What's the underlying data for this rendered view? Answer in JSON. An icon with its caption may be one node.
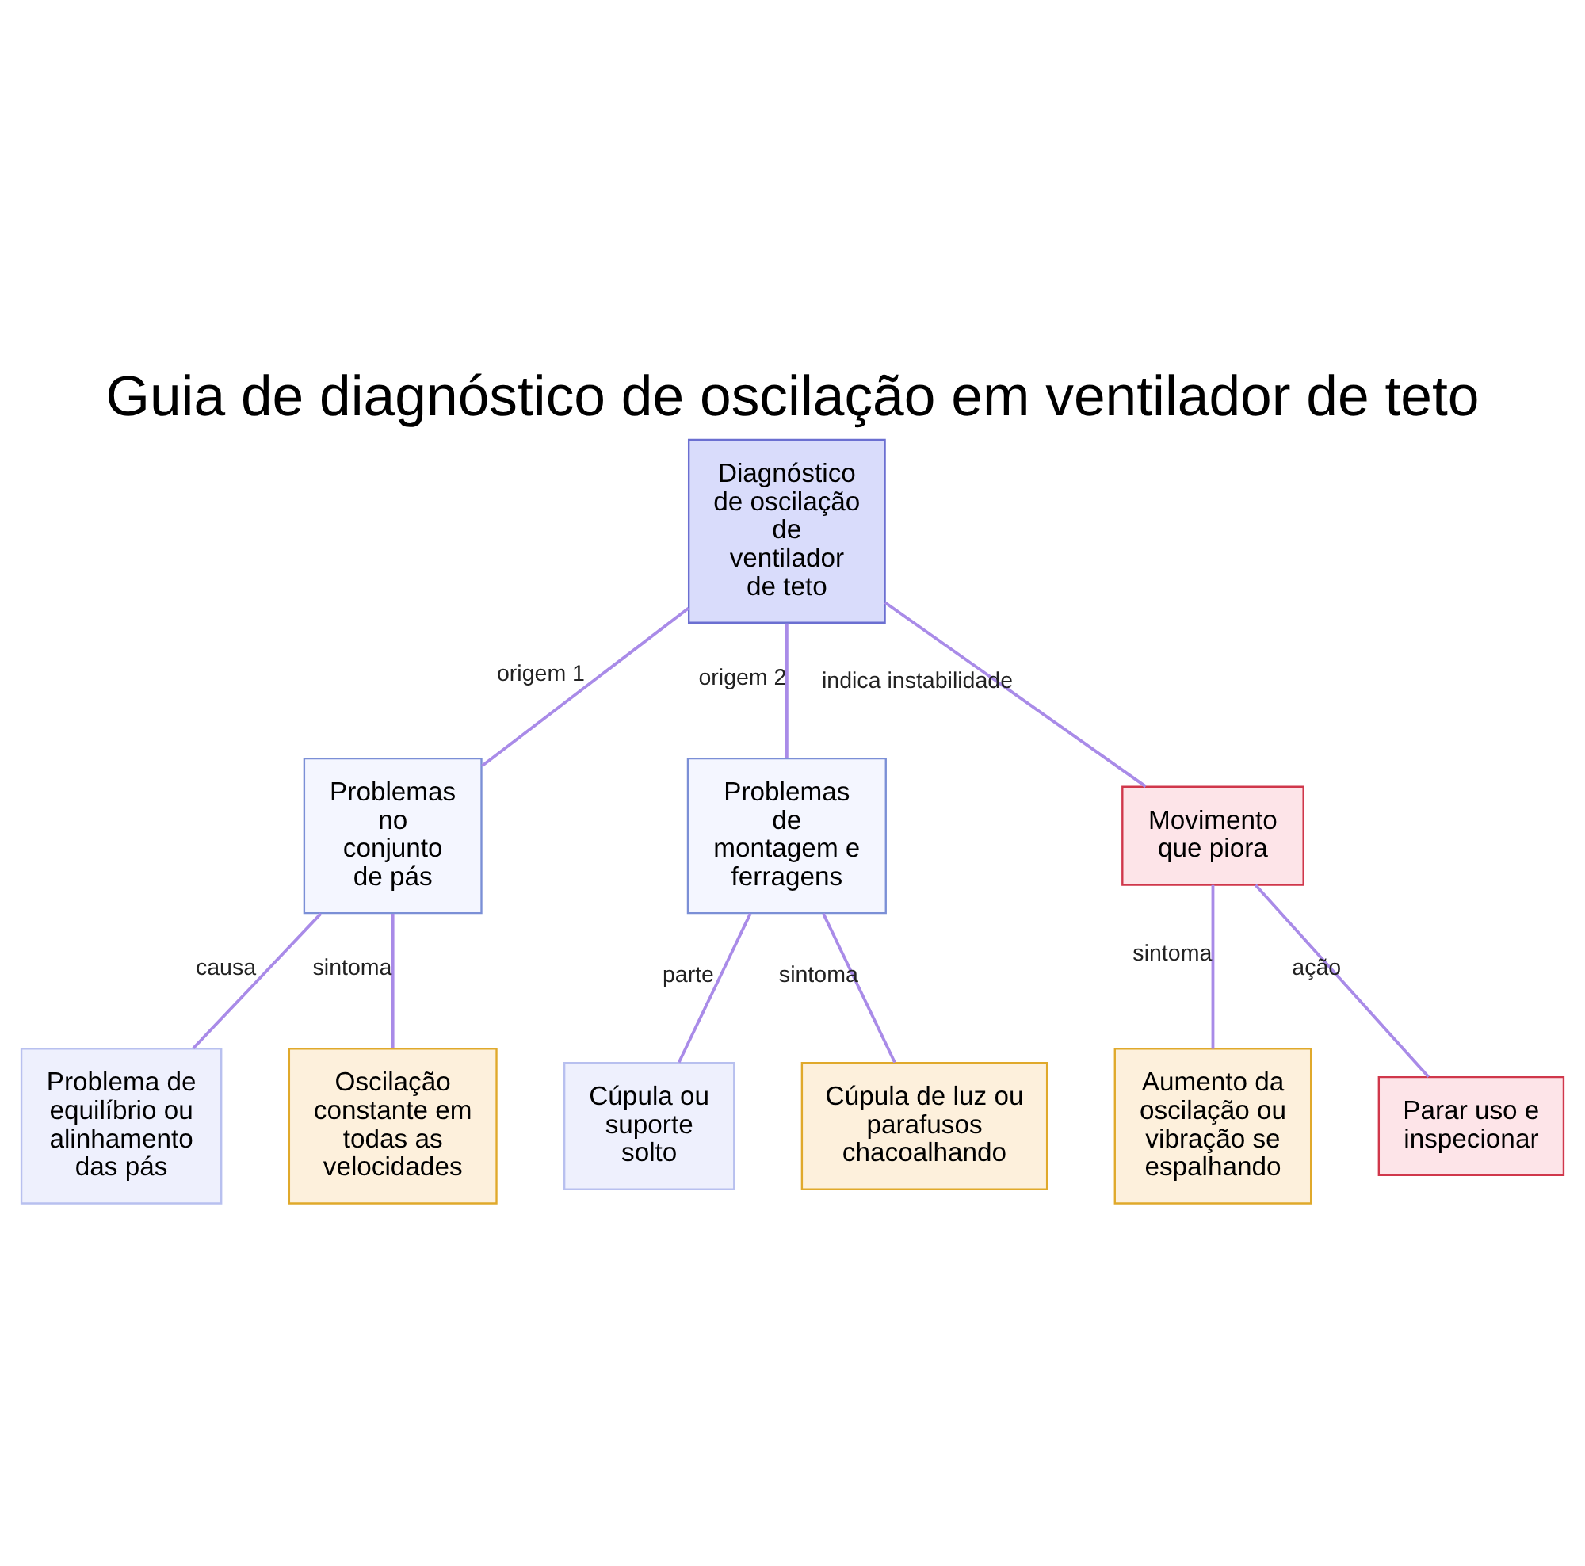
{
  "diagram": {
    "title": "Guia de diagnóstico de oscilação em ventilador de teto",
    "nodes": [
      {
        "text": [
          "Diagnóstico de oscilação de ventilador de teto"
        ]
      },
      {
        "text": [
          "Problemas no conjunto de pás"
        ]
      },
      {
        "text": [
          "Problemas de montagem e ferragens"
        ]
      },
      {
        "text": [
          "Movimento que piora"
        ]
      },
      {
        "text": [
          "Problema de equilíbrio ou alinhamento das pás"
        ]
      },
      {
        "text": [
          "Oscilação constante em todas as velocidades"
        ]
      },
      {
        "text": [
          "Cúpula ou suporte solto"
        ]
      },
      {
        "text": [
          "Cúpula de luz ou parafusos chacoalhando"
        ]
      },
      {
        "text": [
          "Aumento da oscilação ou vibração se espalhando"
        ]
      },
      {
        "text": [
          "Parar uso e inspecionar"
        ]
      }
    ],
    "edges": [
      {
        "from": 0,
        "to": 1,
        "arrow": "none",
        "label": "origem 1"
      },
      {
        "from": 0,
        "to": 2,
        "arrow": "none",
        "label": "origem 2"
      },
      {
        "from": 0,
        "to": 3,
        "arrow": "none",
        "label": "indica instabilidade"
      },
      {
        "from": 1,
        "to": 4,
        "arrow": "none",
        "label": "causa"
      },
      {
        "from": 1,
        "to": 5,
        "arrow": "none",
        "label": "sintoma"
      },
      {
        "from": 2,
        "to": 6,
        "arrow": "none",
        "label": "parte"
      },
      {
        "from": 2,
        "to": 7,
        "arrow": "none",
        "label": "sintoma"
      },
      {
        "from": 3,
        "to": 8,
        "arrow": "none",
        "label": "sintoma"
      },
      {
        "from": 3,
        "to": 9,
        "arrow": "none",
        "label": "ação"
      }
    ]
  }
}
